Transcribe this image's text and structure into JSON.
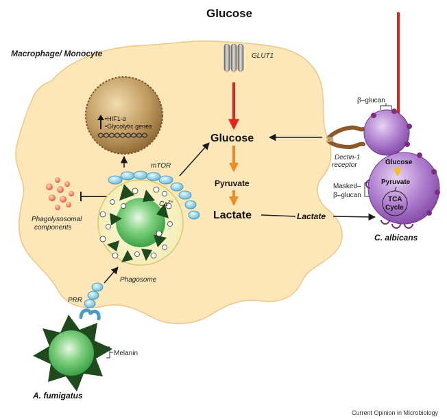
{
  "labels": {
    "glucose_top": "Glucose",
    "cell_type": "Macrophage/ Monocyte",
    "glut1": "GLUT1",
    "beta_glucan": "β–glucan",
    "hif1a": "•HIF1-α",
    "glycolytic_genes": "•Glycolytic genes",
    "glucose_mid": "Glucose",
    "dectin_line1": "Dectin-1",
    "dectin_line2": "receptor",
    "mtor": "mTOR",
    "pyruvate_mid": "Pyruvate",
    "calcium": "Ca",
    "calcium_sup": "2+",
    "phagolysosomal_line1": "Phagolysosomal",
    "phagolysosomal_line2": "components",
    "lactate_mid": "Lactate",
    "lactate_out": "Lactate",
    "masked_line1": "Masked–",
    "masked_line2": "β–glucan",
    "ca_glucose": "Glucose",
    "ca_pyruvate": "Pyruvate",
    "tca_line1": "TCA",
    "tca_line2": "Cycle",
    "c_albicans": "C. albicans",
    "phagosome": "Phagosome",
    "prr": "PRR",
    "melanin": "Melanin",
    "a_fumigatus": "A. fumigatus",
    "credit": "Current Opinion in Microbiology"
  },
  "colors": {
    "cell_fill": "#fde6b8",
    "nucleus_fill": "#b48a4e",
    "red_arrow": "#e2231a",
    "orange_arrow": "#f08a24",
    "c_albicans_fill": "#a56cc1",
    "a_fumigatus_green": "#3fae49",
    "mtor_beads": "#8fd3e8"
  }
}
